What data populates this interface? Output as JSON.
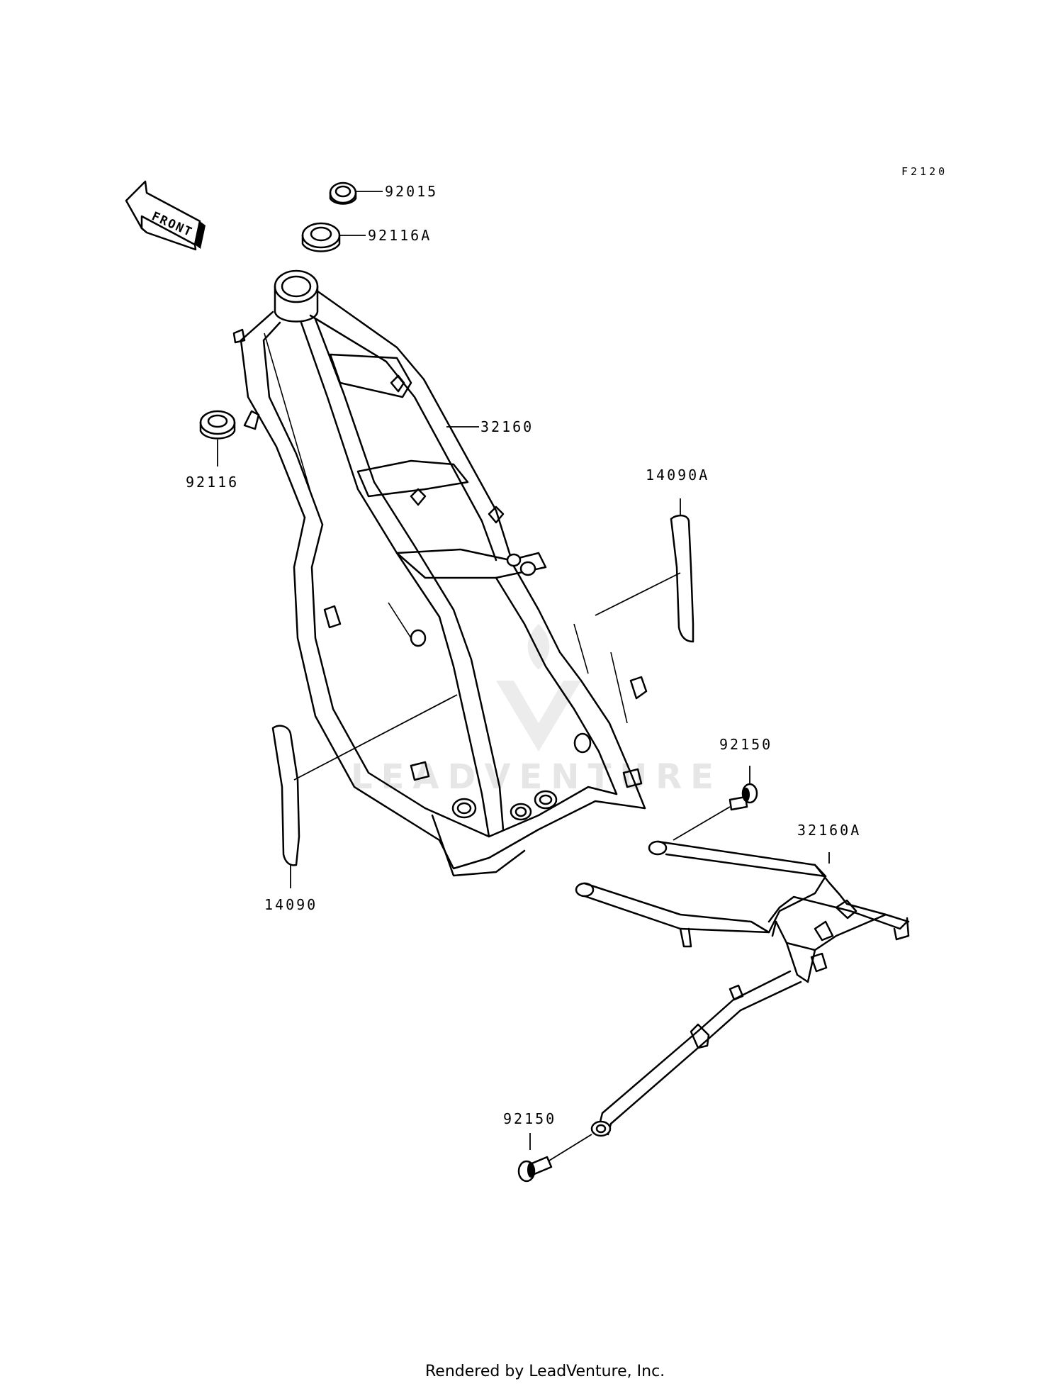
{
  "diagram": {
    "code": "F2120",
    "front_label": "FRONT",
    "watermark": "LEADVENTURE",
    "footer": "Rendered by LeadVenture, Inc.",
    "parts": [
      {
        "id": "92015",
        "label": "92015"
      },
      {
        "id": "92116A",
        "label": "92116A"
      },
      {
        "id": "92116",
        "label": "92116"
      },
      {
        "id": "32160",
        "label": "32160"
      },
      {
        "id": "14090A",
        "label": "14090A"
      },
      {
        "id": "14090",
        "label": "14090"
      },
      {
        "id": "92150-top",
        "label": "92150"
      },
      {
        "id": "32160A",
        "label": "32160A"
      },
      {
        "id": "92150-bottom",
        "label": "92150"
      }
    ]
  }
}
